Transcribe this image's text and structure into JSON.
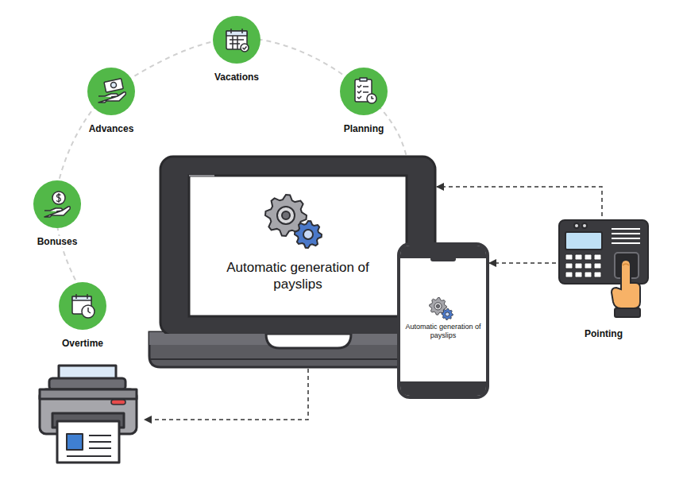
{
  "diagram": {
    "nodes": [
      {
        "text": [
          "Vacations"
        ]
      },
      {
        "text": [
          "Advances"
        ]
      },
      {
        "text": [
          "Planning"
        ]
      },
      {
        "text": [
          "Bonuses"
        ]
      },
      {
        "text": [
          "Overtime"
        ]
      },
      {
        "text": [
          "Automatic generation of payslips"
        ]
      },
      {
        "text": [
          "Automatic generation of payslips"
        ]
      },
      {
        "text": [
          "Pointing"
        ]
      }
    ],
    "edges": [
      {
        "from": 7,
        "to": 5,
        "arrow": "to"
      },
      {
        "from": 7,
        "to": 6,
        "arrow": "to"
      }
    ]
  }
}
